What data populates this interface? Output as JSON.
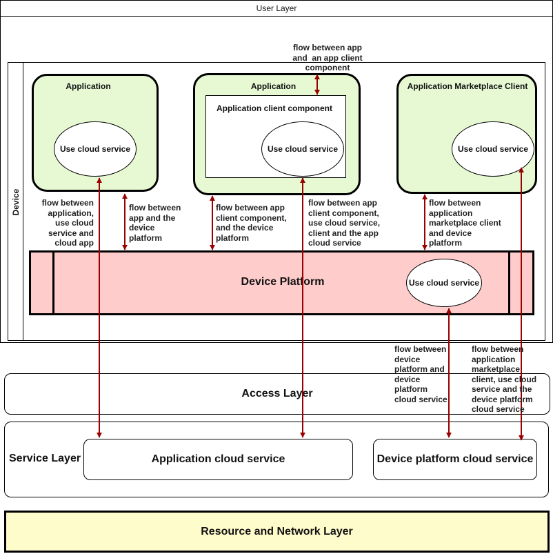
{
  "layers": {
    "user": "User Layer",
    "device": "Device",
    "access": "Access Layer",
    "service": "Service Layer",
    "resource": "Resource and Network Layer"
  },
  "apps": [
    {
      "title": "Application",
      "cloud": "Use cloud service"
    },
    {
      "title": "Application",
      "component": "Application client component",
      "cloud": "Use cloud service"
    },
    {
      "title": "Application Marketplace Client",
      "cloud": "Use cloud service"
    }
  ],
  "platform": {
    "title": "Device Platform",
    "cloud": "Use cloud service"
  },
  "services": {
    "app_cloud": "Application cloud service",
    "device_cloud": "Device platform cloud service"
  },
  "flows": {
    "app_component": "flow between app\nand  an app client\ncomponent",
    "app_cloud": "flow between\napplication,\nuse cloud\nservice and\ncloud app",
    "app_platform": "flow between\napp and the\ndevice\nplatform",
    "component_platform": "flow between app\nclient component,\nand the device\nplatform",
    "component_cloud": "flow between app\nclient component,\nuse cloud service,\nclient and the app\ncloud service",
    "market_platform": "flow between\napplication\nmarketplace client\nand device\nplatform",
    "platform_cloud": "flow between\ndevice\nplatform and\ndevice\nplatform\ncloud service",
    "market_cloud": "flow between\napplication\nmarketplace\nclient, use cloud\nservice and the\ndevice platform\ncloud service"
  },
  "colors": {
    "arrow": "#990000",
    "app_fill": "#e6f9d3",
    "platform_fill": "#ffcccc",
    "resource_fill": "#fffccc"
  }
}
